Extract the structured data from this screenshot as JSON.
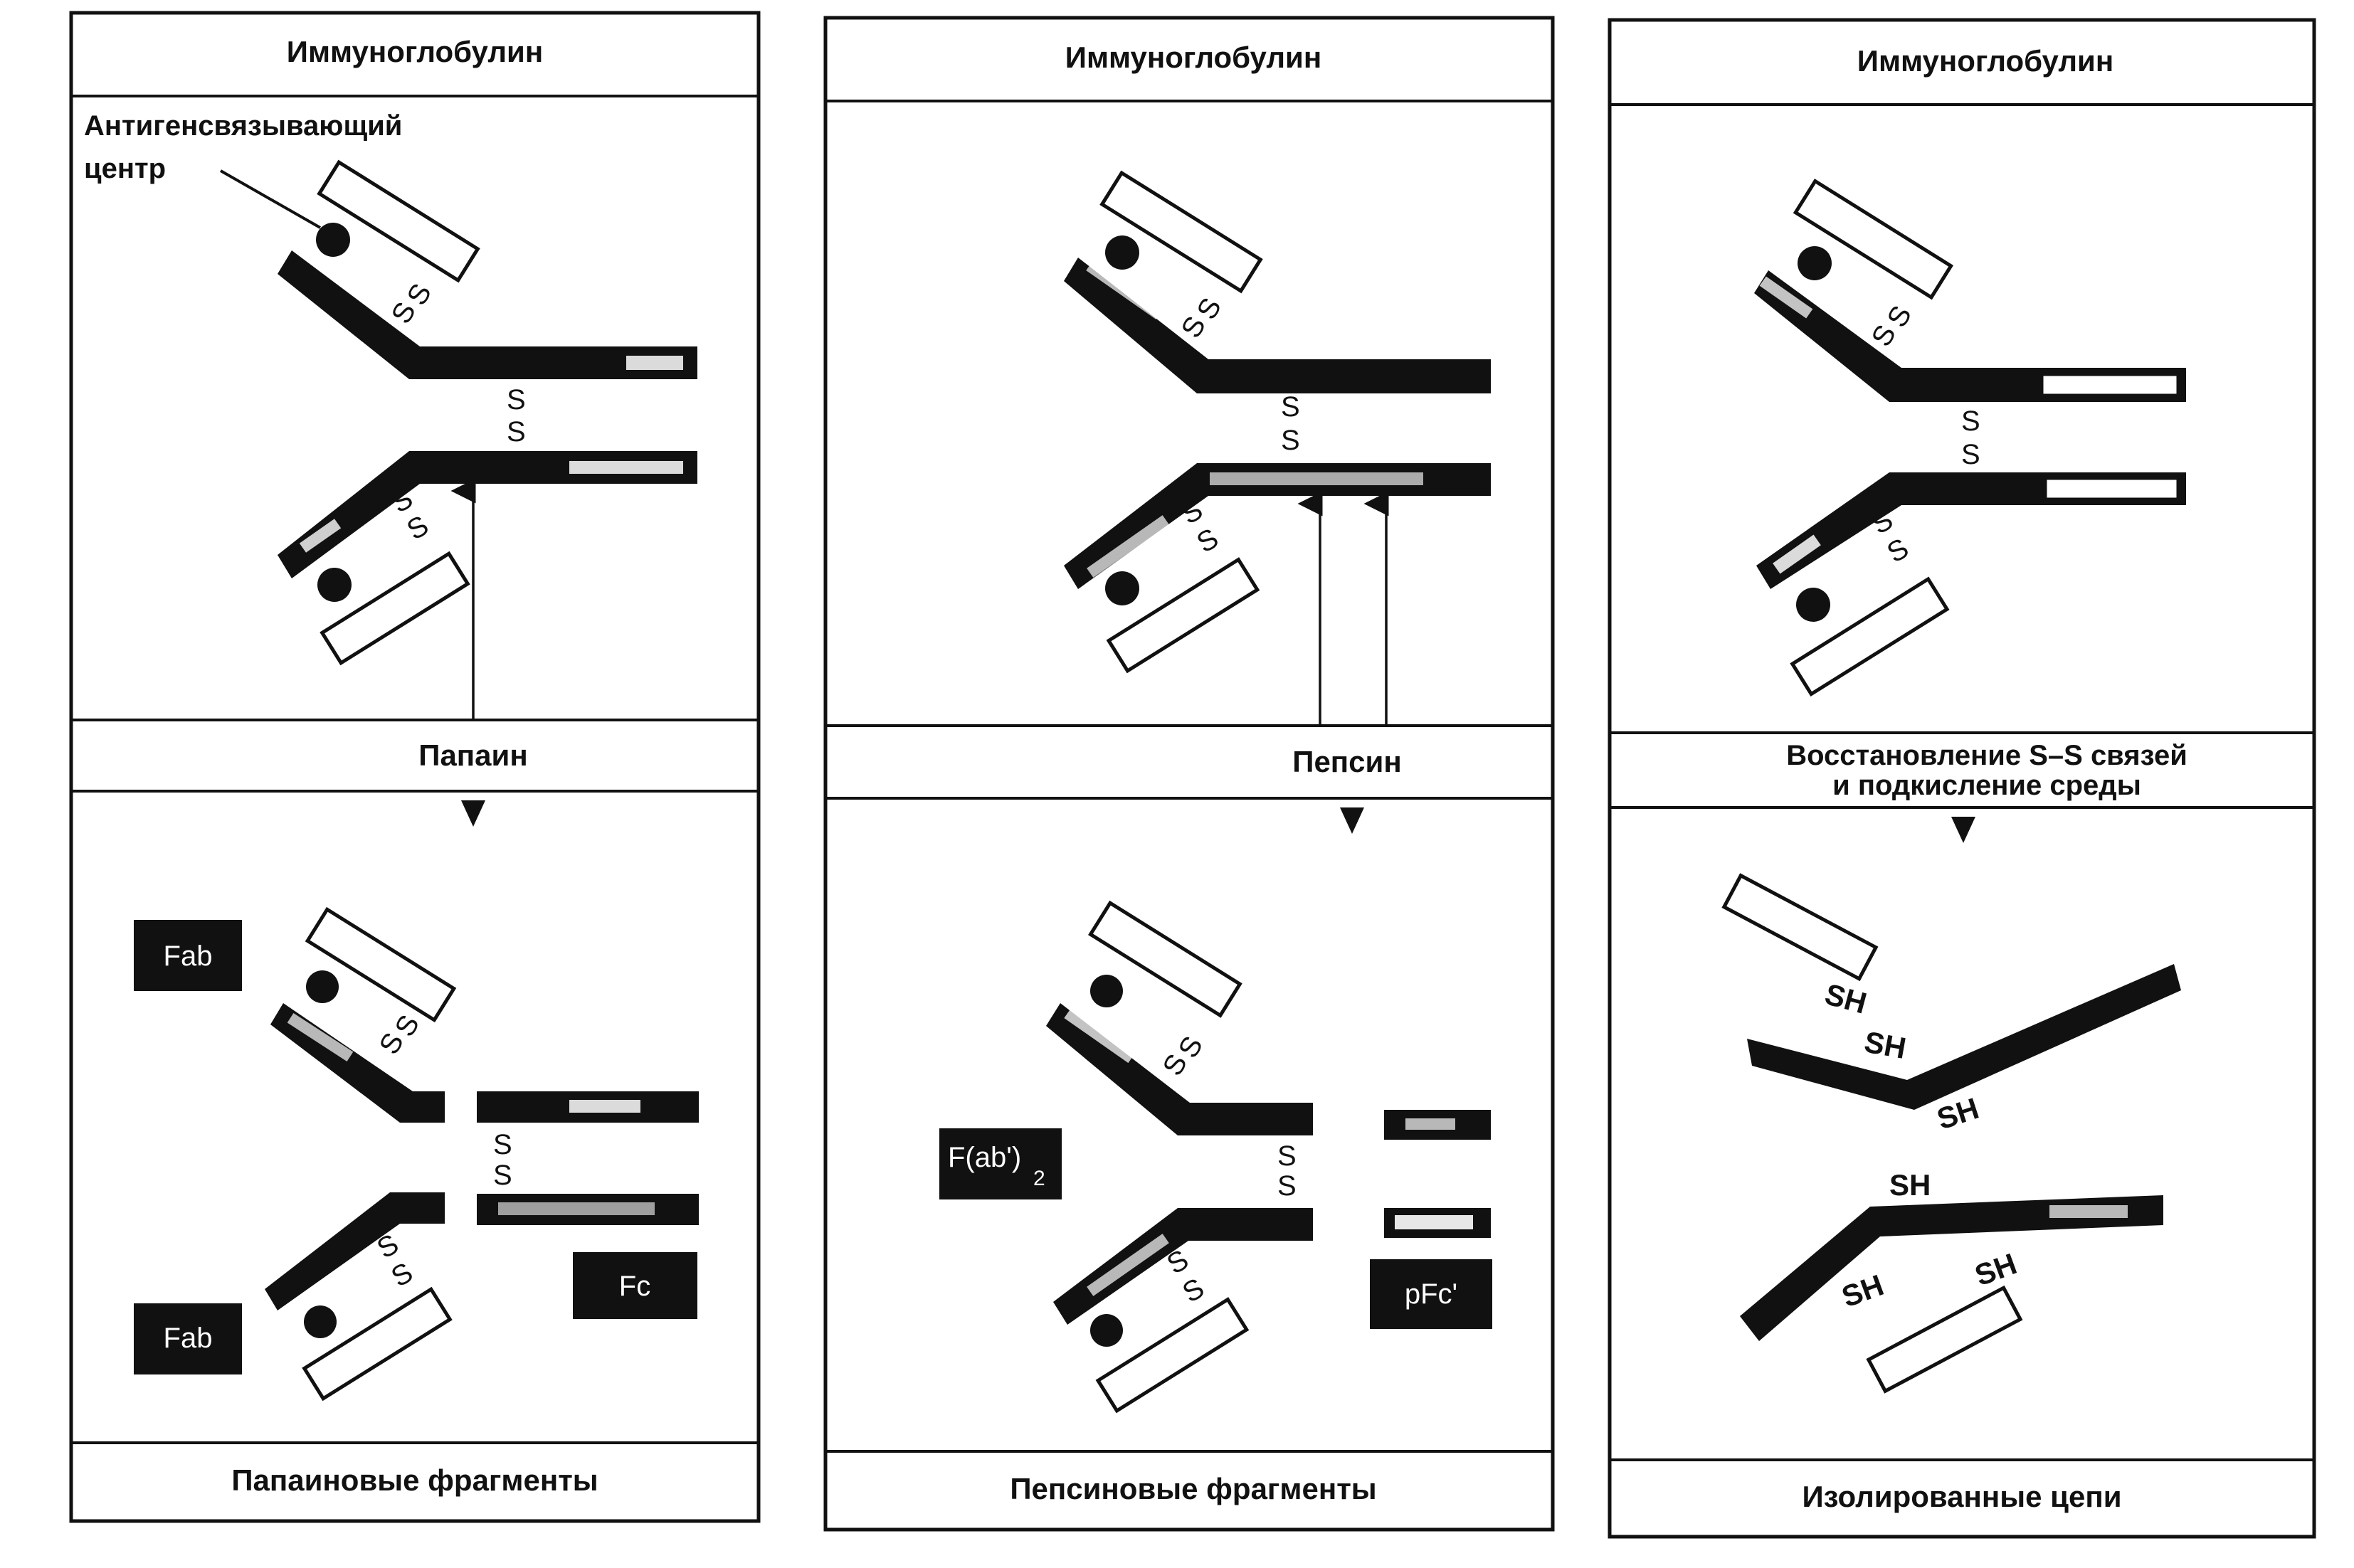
{
  "panels": [
    {
      "title": "Иммуноглобулин",
      "site_label_line1": "Антигенсвязывающий",
      "site_label_line2": "центр",
      "enzyme": "Папаин",
      "fragments_caption": "Папаиновые фрагменты",
      "chips": [
        "Fab",
        "Fab",
        "Fc"
      ],
      "bond_letters": [
        "S",
        "S",
        "S",
        "S",
        "S",
        "S",
        "S",
        "S",
        "S",
        "S",
        "S",
        "S"
      ]
    },
    {
      "title": "Иммуноглобулин",
      "enzyme": "Пепсин",
      "fragments_caption": "Пепсиновые фрагменты",
      "chips": [
        "F(ab')",
        "2",
        "pFc'"
      ],
      "bond_letters": [
        "S",
        "S",
        "S",
        "S",
        "S",
        "S",
        "S",
        "S",
        "S",
        "S",
        "S",
        "S"
      ]
    },
    {
      "title": "Иммуноглобулин",
      "treatment_line1": "Восстановление S–S связей",
      "treatment_line2": "и подкисление среды",
      "fragments_caption": "Изолированные цепи",
      "bond_letters": [
        "S",
        "S",
        "S",
        "S",
        "S",
        "S"
      ],
      "sh_labels": [
        "SH",
        "SH",
        "SH",
        "SH",
        "SH",
        "SH"
      ]
    }
  ]
}
